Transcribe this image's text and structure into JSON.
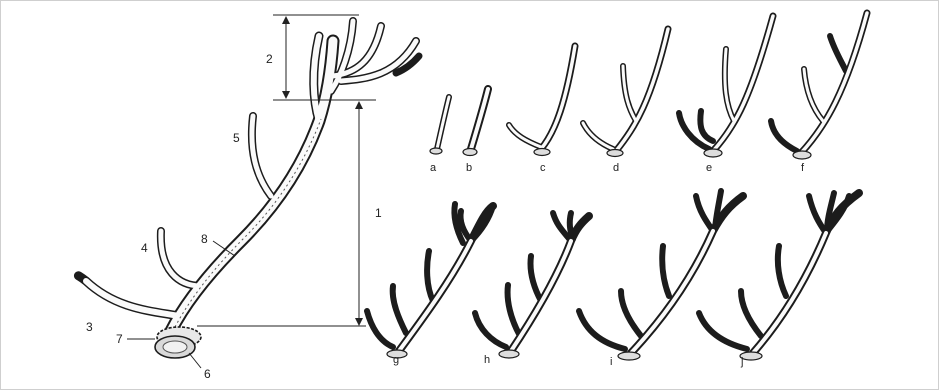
{
  "main_antler": {
    "labels": [
      "1",
      "2",
      "3",
      "4",
      "5",
      "6",
      "7",
      "8"
    ]
  },
  "stages": [
    "a",
    "b",
    "c",
    "d",
    "e",
    "f",
    "g",
    "h",
    "i",
    "j"
  ]
}
